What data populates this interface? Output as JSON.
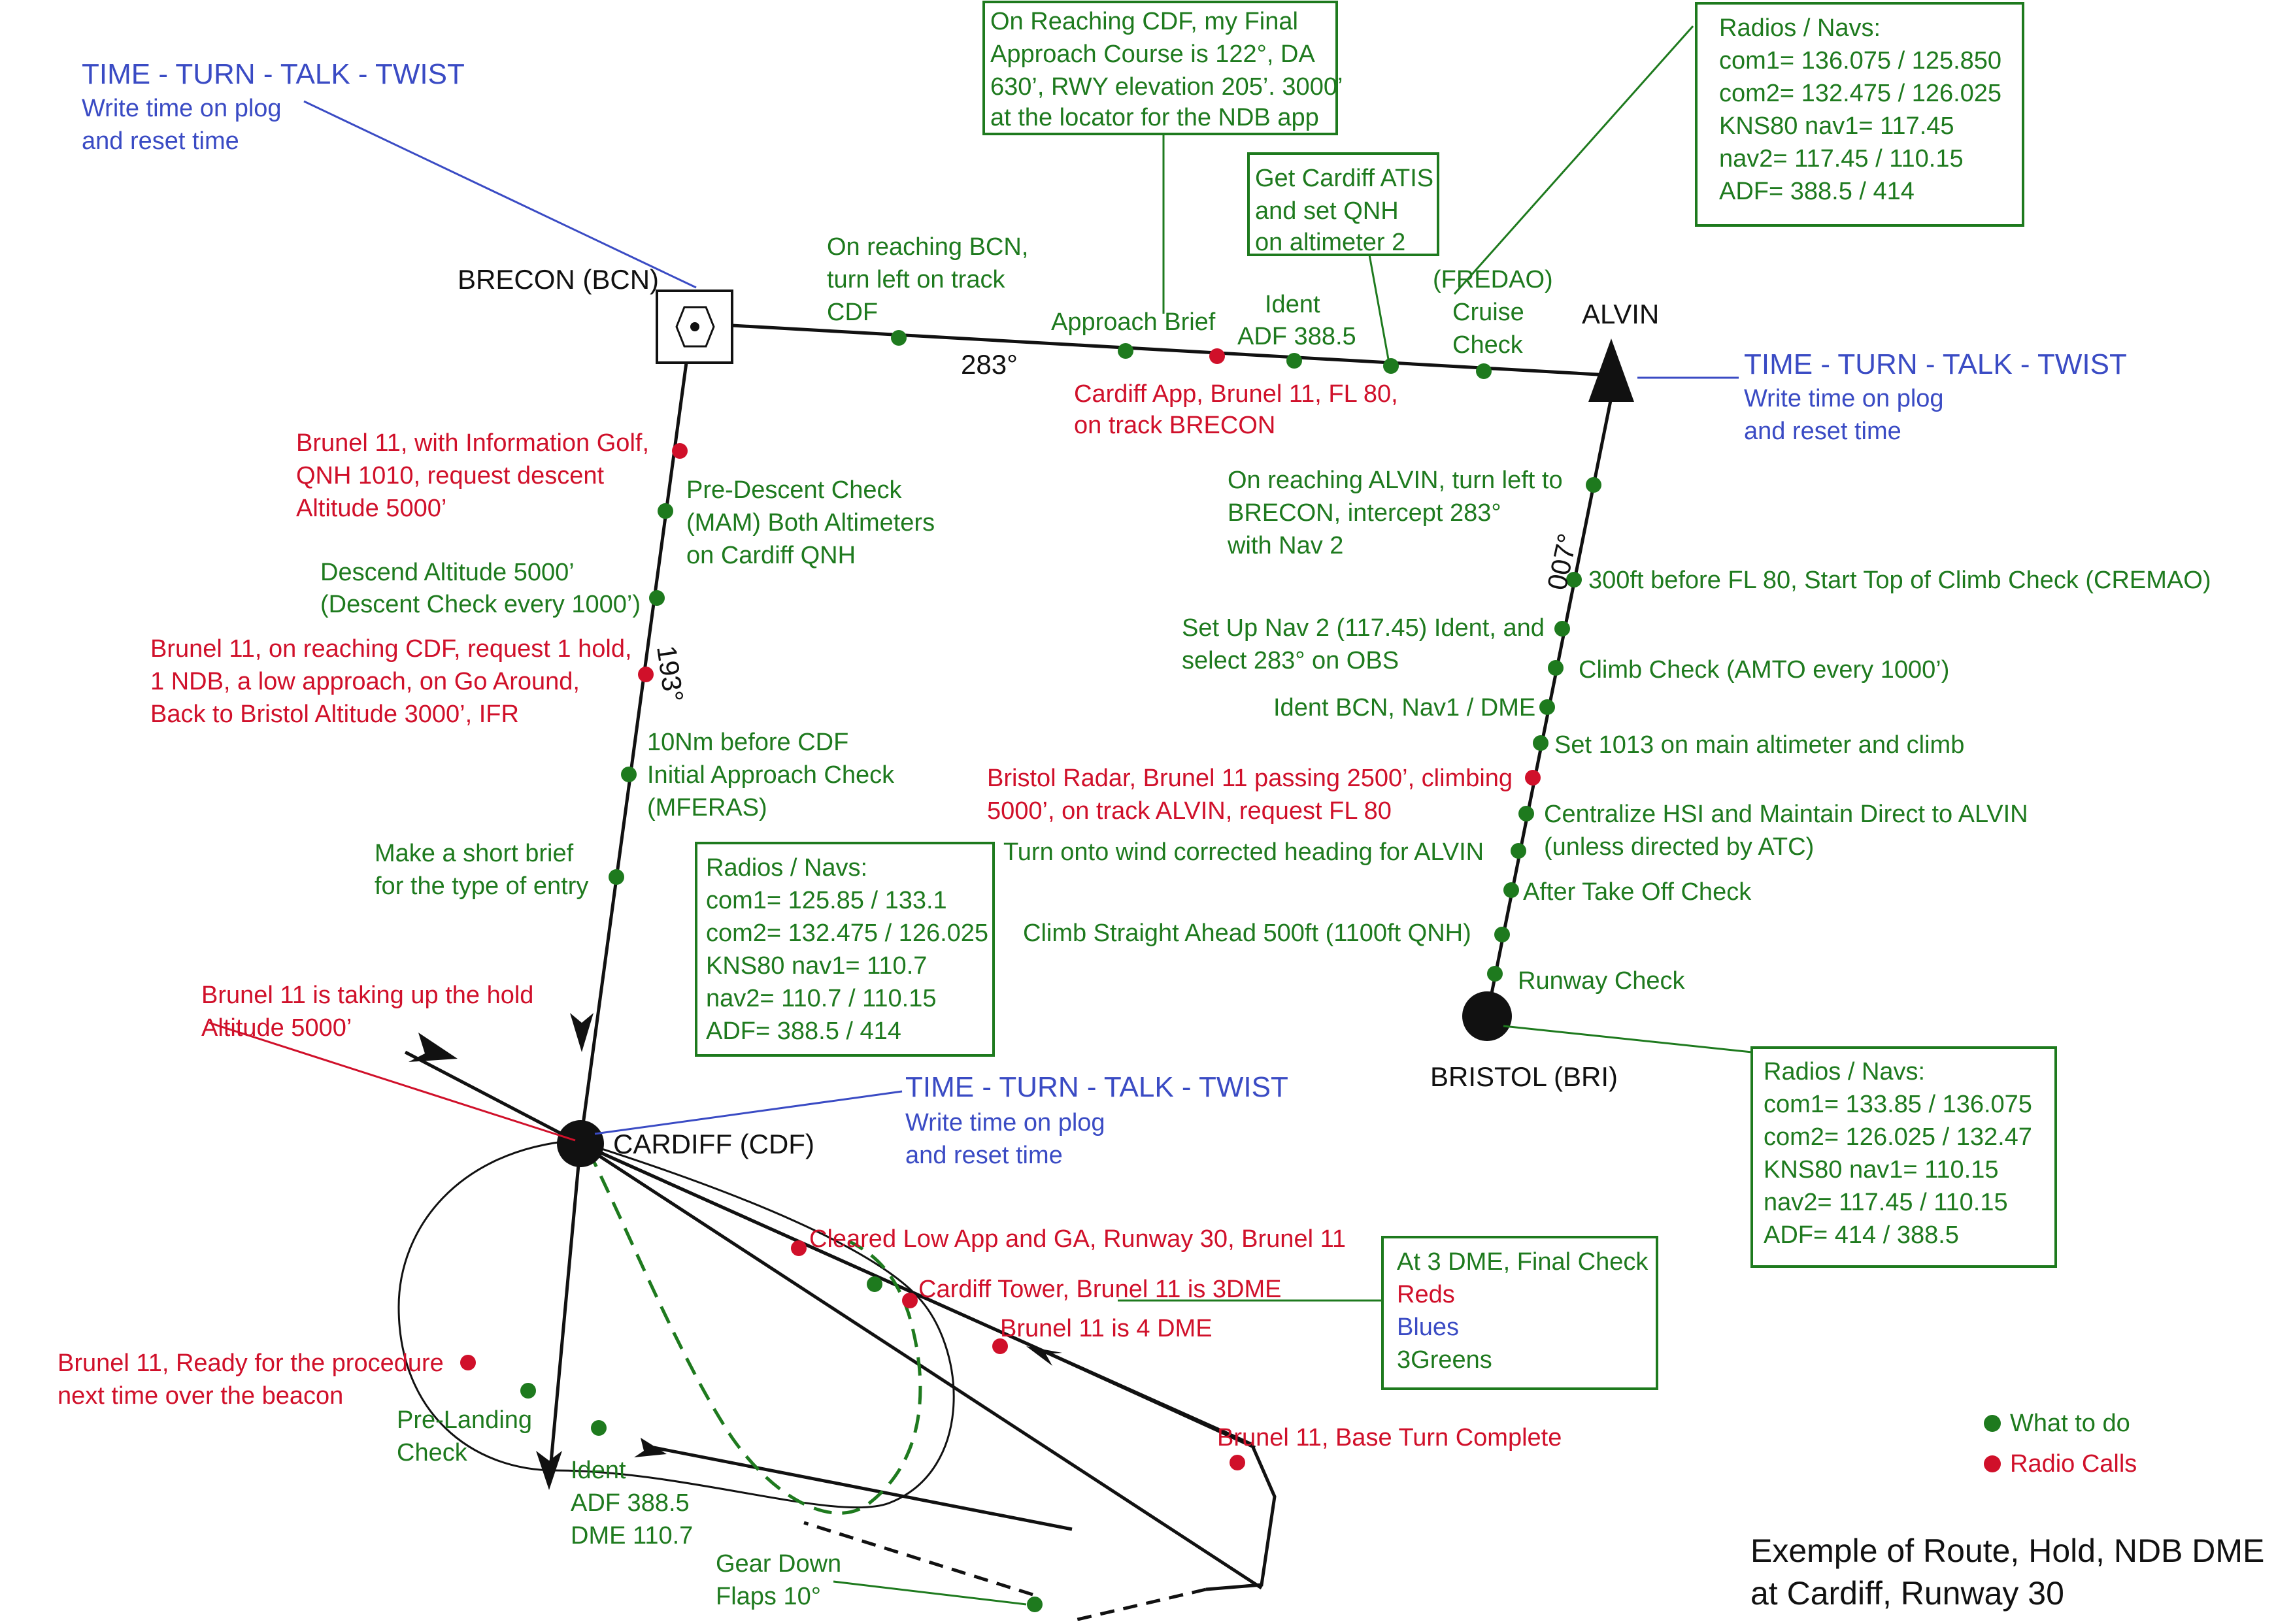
{
  "colors": {
    "green": "#1e7a1e",
    "red": "#d0102a",
    "blue": "#3a4bc4",
    "black": "#111111",
    "box_border": "#1e7a1e"
  },
  "waypoints": {
    "brecon": "BRECON (BCN)",
    "alvin": "ALVIN",
    "bristol": "BRISTOL (BRI)",
    "cardiff": "CARDIFF (CDF)"
  },
  "tracks": {
    "bcn_to_alvin": "283°",
    "bcn_to_cdf": "193°",
    "bri_to_alvin": "007°"
  },
  "ttt": [
    {
      "title": "TIME - TURN - TALK - TWIST",
      "lines": [
        "Write time on plog",
        "and reset time"
      ]
    },
    {
      "title": "TIME - TURN - TALK - TWIST",
      "lines": [
        "Write time on plog",
        "and reset time"
      ]
    },
    {
      "title": "TIME - TURN - TALK - TWIST",
      "lines": [
        "Write time on plog",
        "and reset time"
      ]
    }
  ],
  "boxes": {
    "approach_course": [
      "On Reaching CDF, my Final",
      "Approach Course is 122°, DA",
      "630’, RWY elevation 205’. 3000’",
      "at the locator for the NDB app"
    ],
    "atis": [
      "Get Cardiff ATIS",
      "and set QNH",
      "on altimeter 2"
    ],
    "radios_top": [
      "Radios / Navs:",
      "com1= 136.075 / 125.850",
      "com2= 132.475 / 126.025",
      "KNS80 nav1= 117.45",
      "nav2= 117.45 / 110.15",
      "ADF= 388.5 / 414"
    ],
    "radios_cdf": [
      "Radios / Navs:",
      "com1= 125.85 / 133.1",
      "com2= 132.475 / 126.025",
      "KNS80 nav1= 110.7",
      "nav2= 110.7 / 110.15",
      "ADF= 388.5 / 414"
    ],
    "radios_bri": [
      "Radios / Navs:",
      "com1= 133.85 / 136.075",
      "com2= 126.025 / 132.47",
      "KNS80 nav1= 110.15",
      "nav2= 117.45 / 110.15",
      "ADF=  414 / 388.5"
    ],
    "final_check": [
      "At 3 DME, Final Check",
      "Reds",
      "Blues",
      "3Greens"
    ]
  },
  "notes": {
    "on_reaching_bcn": [
      "On reaching BCN,",
      "turn left on track",
      "CDF"
    ],
    "approach_brief": "Approach Brief",
    "ident_adf": [
      "Ident",
      "ADF 388.5"
    ],
    "cruise_check": [
      "(FREDAO)",
      "Cruise",
      "Check"
    ],
    "cardiff_app": [
      "Cardiff App, Brunel 11, FL 80,",
      "on track BRECON"
    ],
    "request_descent": [
      "Brunel 11, with Information Golf,",
      "QNH 1010, request descent",
      "Altitude 5000’"
    ],
    "pre_descent": [
      "Pre-Descent Check",
      "(MAM) Both Altimeters",
      "on Cardiff QNH"
    ],
    "descend": [
      "Descend Altitude 5000’",
      "(Descent Check every 1000’)"
    ],
    "request_hold": [
      "Brunel 11, on reaching CDF, request 1 hold,",
      "1 NDB, a low approach, on Go Around,",
      "Back to Bristol Altitude 3000’, IFR"
    ],
    "initial_approach": [
      "10Nm before CDF",
      "Initial Approach Check",
      "(MFERAS)"
    ],
    "short_brief": [
      "Make a short brief",
      "for the type of entry"
    ],
    "taking_hold": [
      "Brunel 11 is taking up the hold",
      "Altitude 5000’"
    ],
    "on_reaching_alvin": [
      "On reaching ALVIN, turn left to",
      "BRECON, intercept 283°",
      "with Nav 2"
    ],
    "top_of_climb": "300ft before FL 80, Start Top of Climb Check (CREMAO)",
    "setup_nav2": [
      "Set Up Nav 2 (117.45) Ident, and",
      "select 283° on OBS"
    ],
    "climb_check": "Climb Check (AMTO every 1000’)",
    "ident_bcn": "Ident BCN, Nav1 / DME",
    "set_1013": "Set 1013 on main altimeter and climb",
    "bristol_radar": [
      "Bristol Radar, Brunel 11 passing 2500’, climbing",
      "5000’, on track ALVIN, request FL 80"
    ],
    "centralize_hsi": [
      "Centralize HSI and Maintain Direct to ALVIN",
      "(unless directed by ATC)"
    ],
    "wind_corrected": "Turn onto wind corrected heading for ALVIN",
    "after_takeoff": "After Take Off Check",
    "climb_straight": "Climb Straight Ahead 500ft (1100ft QNH)",
    "runway_check": "Runway Check",
    "cleared_low_app": "Cleared Low App and GA, Runway 30, Brunel 11",
    "cardiff_tower": "Cardiff Tower, Brunel 11 is 3DME",
    "four_dme": "Brunel 11 is 4 DME",
    "base_turn": "Brunel 11, Base Turn Complete",
    "ready_procedure": [
      "Brunel 11, Ready for the procedure",
      "next time over the beacon"
    ],
    "pre_landing": [
      "Pre-Landing",
      "Check"
    ],
    "ident_dme": [
      "Ident",
      "ADF 388.5",
      "DME 110.7"
    ],
    "gear_down": [
      "Gear Down",
      "Flaps 10°"
    ]
  },
  "legend": {
    "green_label": "What to do",
    "red_label": "Radio Calls"
  },
  "caption": [
    "Exemple of Route, Hold, NDB DME",
    "at Cardiff, Runway 30"
  ]
}
